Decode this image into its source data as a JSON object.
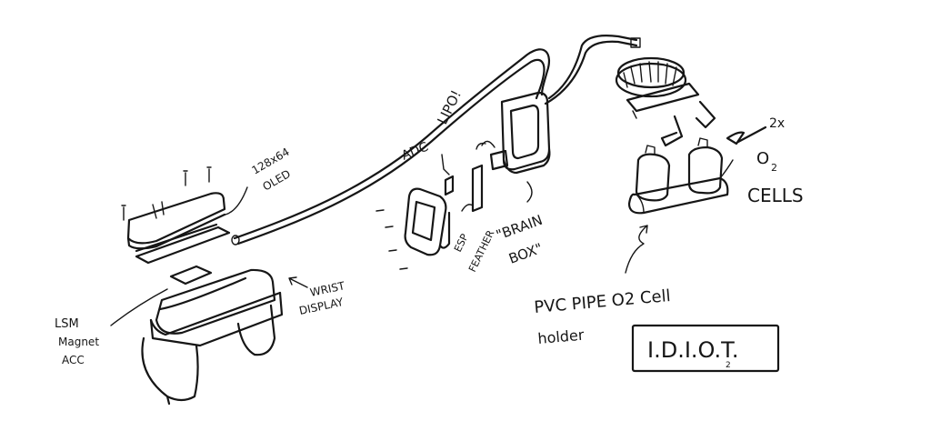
{
  "labels": {
    "oled": [
      "128x64",
      "OLED"
    ],
    "wrist_display": [
      "WRIST",
      "DISPLAY"
    ],
    "lsm": [
      "LSM",
      "Magnet",
      "ACC"
    ],
    "adc": "ADC",
    "lipo": "LIPO!",
    "esp": [
      "ESP",
      "FEATHER"
    ],
    "brain_box": [
      "\"BRAIN",
      "BOX\""
    ],
    "qty": "2x",
    "o2": "O",
    "o2_sub": "2",
    "cells": "CELLS",
    "pvc": [
      "PVC PIPE O2 Cell",
      "holder"
    ],
    "idiot": "I.D.I.O.T.",
    "idiot_sub": "2"
  },
  "colors": {
    "ink": "#161616",
    "paper": "#ffffff"
  }
}
